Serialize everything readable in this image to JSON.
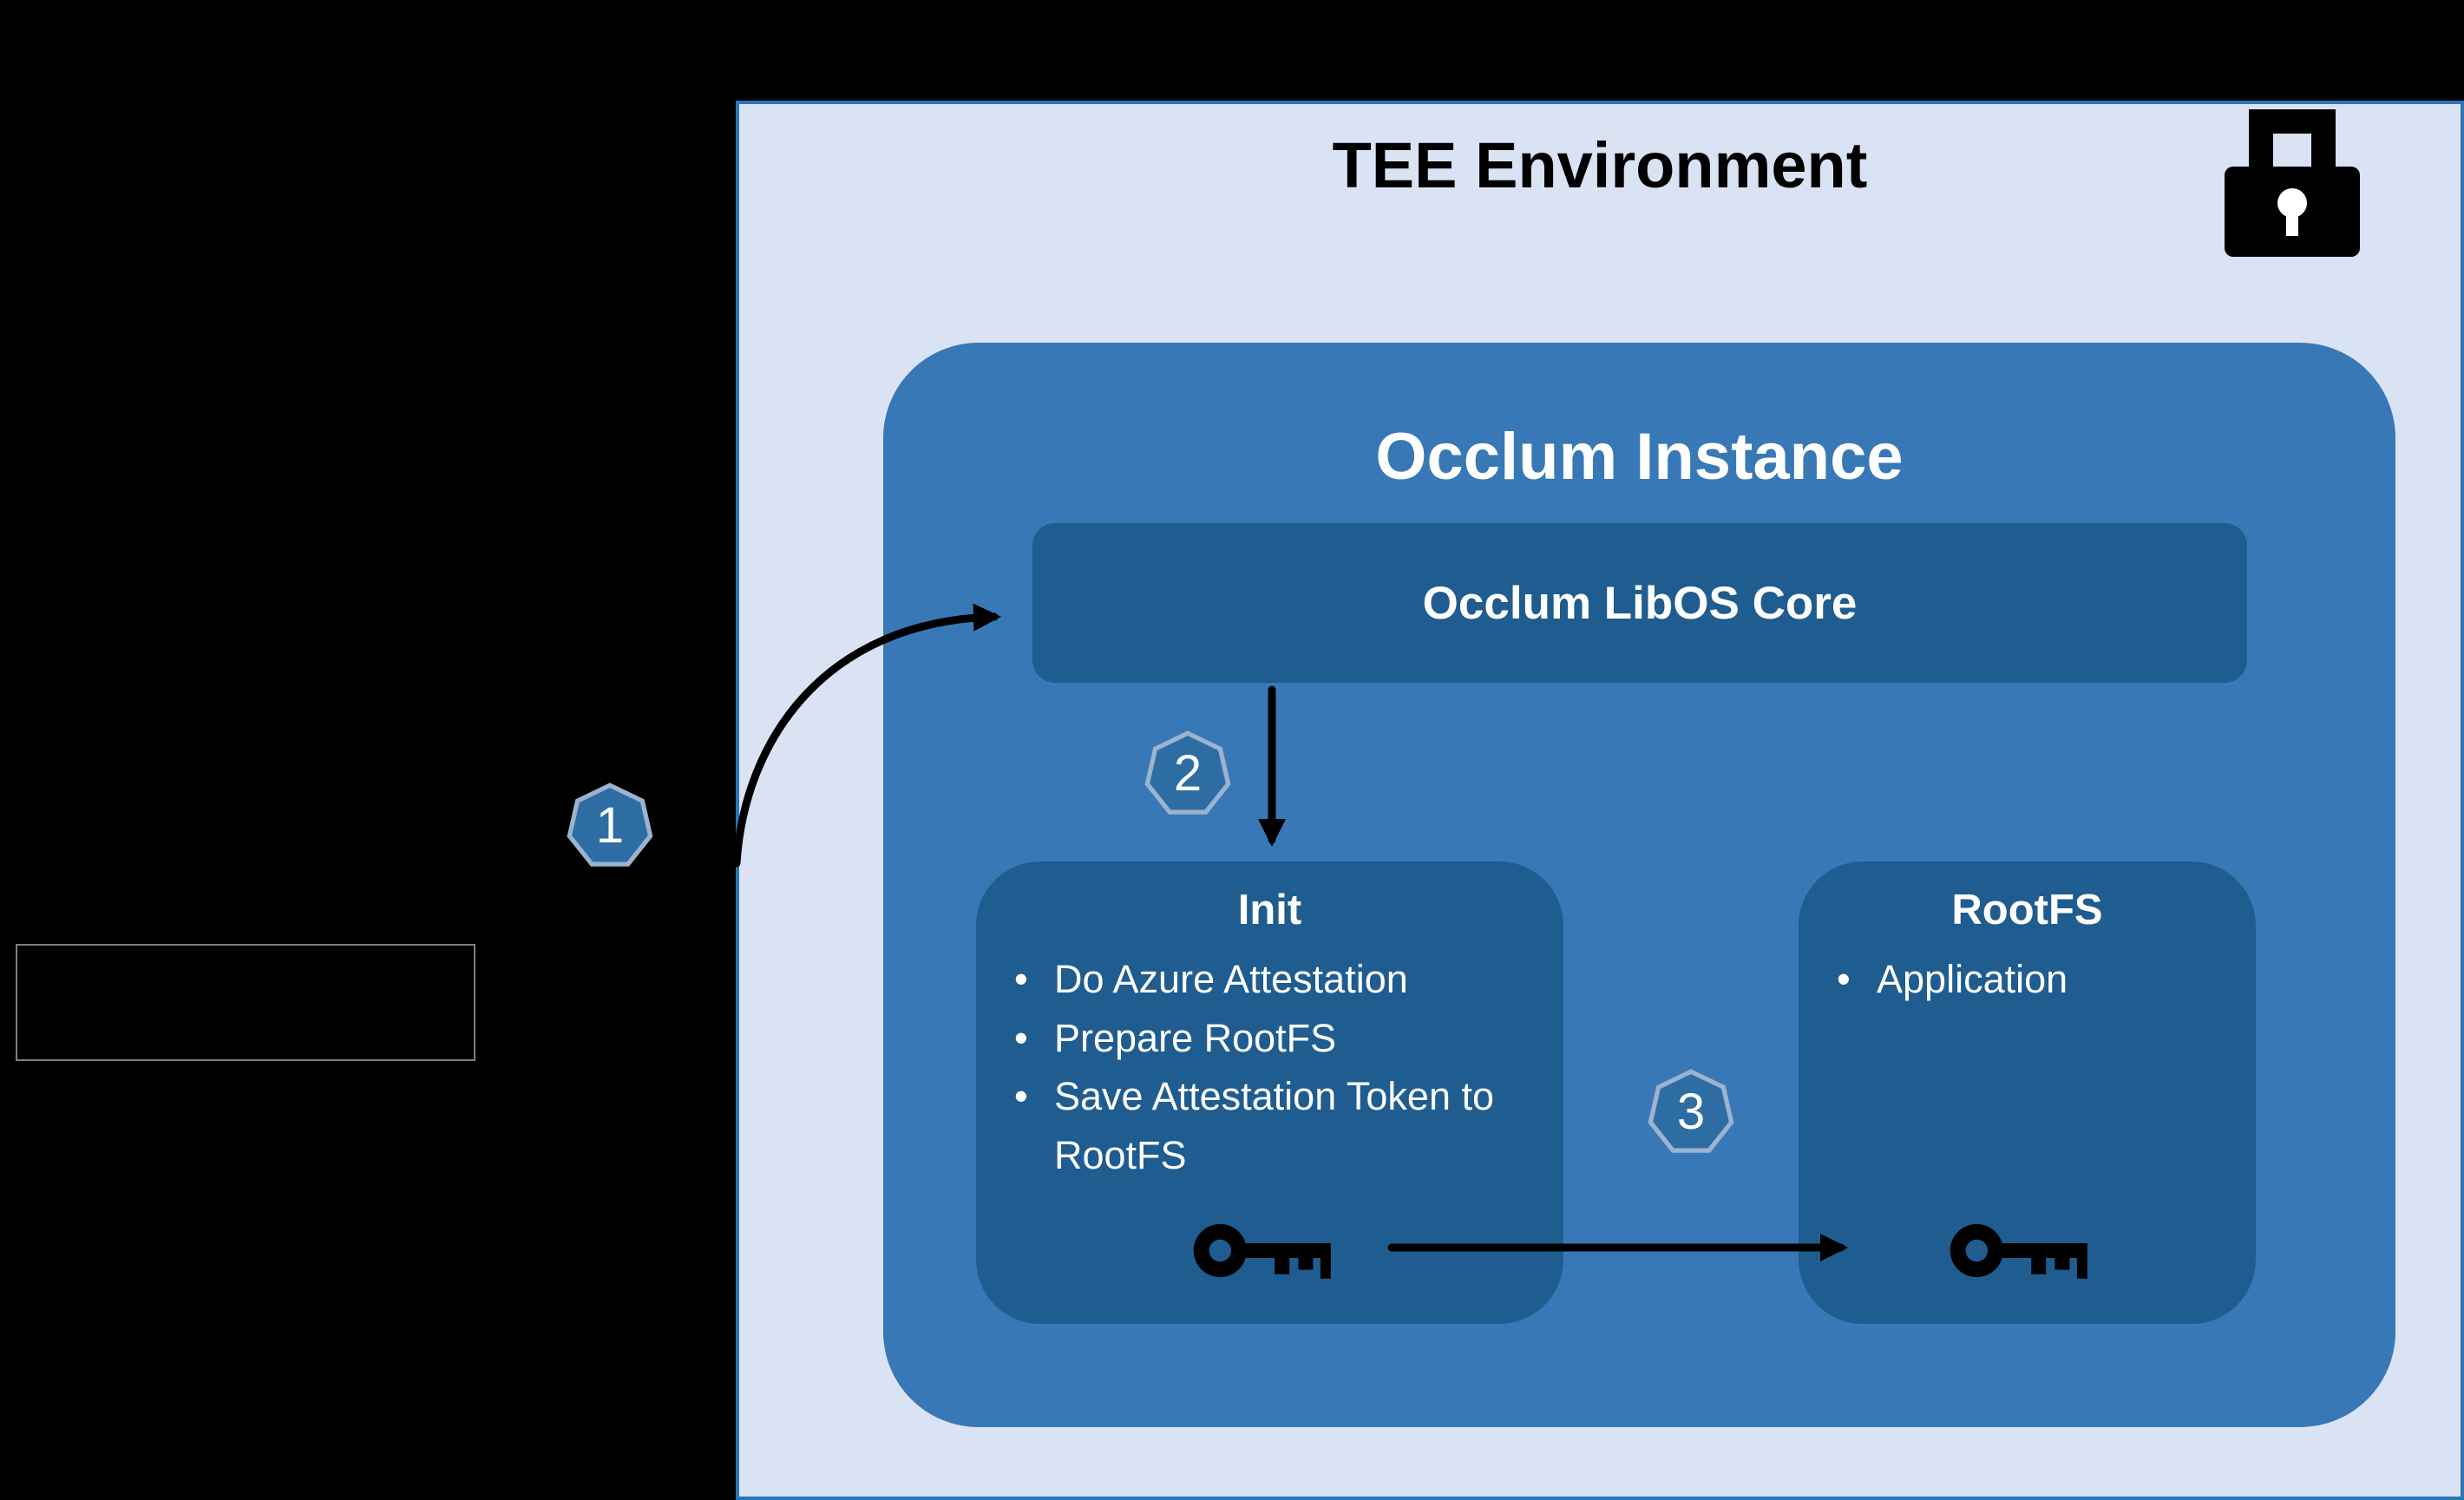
{
  "diagram": {
    "title": "TEE Environment",
    "occlum_instance": {
      "title": "Occlum Instance"
    },
    "libos_core": {
      "label": "Occlum LibOS Core"
    },
    "init_panel": {
      "title": "Init",
      "bullets": [
        "Do Azure Attestation",
        "Prepare RootFS",
        "Save Attestation Token to RootFS"
      ]
    },
    "rootfs_panel": {
      "title": "RootFS",
      "bullets": [
        "Application"
      ]
    },
    "steps": [
      {
        "label": "1"
      },
      {
        "label": "2"
      },
      {
        "label": "3"
      }
    ],
    "icons": {
      "tee_badge": "lock-icon",
      "init_panel": "key-icon",
      "rootfs_panel": "key-icon"
    },
    "colors": {
      "canvas_bg": "#000000",
      "tee_bg": "#dae3f3",
      "tee_border": "#2e75b6",
      "instance_fill": "#3878b6",
      "inner_fill": "#1f5c8f",
      "badge_fill": "#2e6da4",
      "badge_stroke": "#9cb3cf",
      "arrow": "#000000",
      "title_text": "#000000",
      "light_text": "#ffffff",
      "outline_box_border": "#7f7f7f"
    }
  }
}
